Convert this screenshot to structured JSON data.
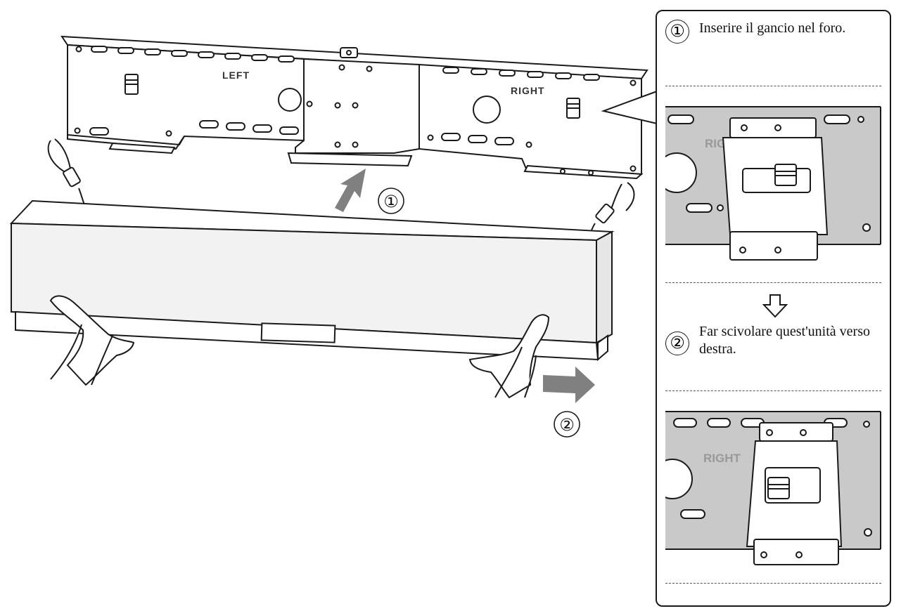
{
  "main_illustration": {
    "bracket_left_label": "LEFT",
    "bracket_right_label": "RIGHT",
    "callout_step1": "①",
    "callout_step2": "②",
    "arrow_color": "#808080",
    "plate_color": "#c9c9c9"
  },
  "instruction_panel": {
    "step1": {
      "number": "①",
      "text": "Inserire il gancio nel foro."
    },
    "step2": {
      "number": "②",
      "text": "Far scivolare quest'unità verso destra."
    },
    "detail_label_before": "RIG",
    "detail_label_after": "RIGHT",
    "transition_icon": "hollow-down-arrow-icon"
  }
}
